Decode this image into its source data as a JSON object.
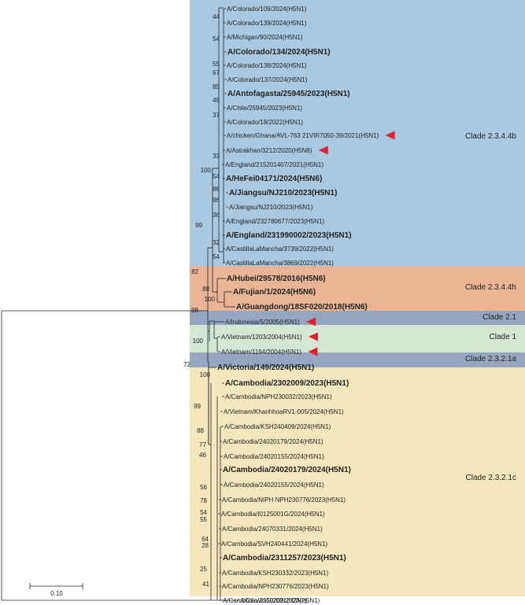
{
  "colors": {
    "clade_2_3_4_4b": "#a9c8e1",
    "clade_2_3_4_4h": "#eab597",
    "clade_2_1": "#95a7c0",
    "clade_1": "#d5e6d4",
    "clade_2_3_2_1a": "#95a7c0",
    "clade_2_3_2_1c": "#f6e6be",
    "marker": "#e02030",
    "branch": "#222222"
  },
  "clades": [
    {
      "name": "Clade 2.3.4.4b",
      "color_key": "clade_2_3_4_4b"
    },
    {
      "name": "Clade 2.3.4.4h",
      "color_key": "clade_2_3_4_4h"
    },
    {
      "name": "Clade 2.1",
      "color_key": "clade_2_1"
    },
    {
      "name": "Clade 1",
      "color_key": "clade_1"
    },
    {
      "name": "Clade 2.3.2.1a",
      "color_key": "clade_2_3_2_1a"
    },
    {
      "name": "Clade 2.3.2.1c",
      "color_key": "clade_2_3_2_1c"
    }
  ],
  "taxa": [
    {
      "label": "A/Colorado/109/2024(H5N1)",
      "bold": false,
      "marker": false
    },
    {
      "label": "A/Colorado/139/2024(H5N1)",
      "bold": false,
      "marker": false
    },
    {
      "label": "A/Michigan/90/2024(H5N1)",
      "bold": false,
      "marker": false
    },
    {
      "label": "A/Colorado/134/2024(H5N1)",
      "bold": true,
      "marker": false
    },
    {
      "label": "A/Colorado/138/2024(H5N1)",
      "bold": false,
      "marker": false
    },
    {
      "label": "A/Colorado/137/2024(H5N1)",
      "bold": false,
      "marker": false
    },
    {
      "label": "A/Antofagasta/25945/2023(H5N1)",
      "bold": true,
      "marker": false
    },
    {
      "label": "A/Chile/25945/2023(H5N1)",
      "bold": false,
      "marker": false
    },
    {
      "label": "A/Colorado/18/2022(H5N1)",
      "bold": false,
      "marker": false
    },
    {
      "label": "A/chicken/Ghana/AVL-763 21VIR7050-39/2021(H5N1)",
      "bold": false,
      "marker": true
    },
    {
      "label": "A/Astrakhan/3212/2020(H5N8)",
      "bold": false,
      "marker": true
    },
    {
      "label": "A/England/215201407/2021(H5N1)",
      "bold": false,
      "marker": false
    },
    {
      "label": "A/HeFei04171/2024(H5N6)",
      "bold": true,
      "marker": false
    },
    {
      "label": "A/Jiangsu/NJ210/2023(H5N1)",
      "bold": true,
      "marker": false
    },
    {
      "label": "A/Jiangsu/NJ210/2023(H5N1)",
      "bold": false,
      "marker": false
    },
    {
      "label": "A/England/232780677/2023(H5N1)",
      "bold": false,
      "marker": false
    },
    {
      "label": "A/England/231990002/2023(H5N1)",
      "bold": true,
      "marker": false
    },
    {
      "label": "A/CastillaLaMancha/3739/2022(H5N1)",
      "bold": false,
      "marker": false
    },
    {
      "label": "A/CastillaLaMancha/3869/2022(H5N1)",
      "bold": false,
      "marker": false
    },
    {
      "label": "A/Hubei/29578/2016(H5N6)",
      "bold": true,
      "marker": false
    },
    {
      "label": "A/Fujian/1/2024(H5N6)",
      "bold": true,
      "marker": false
    },
    {
      "label": "A/Guangdong/18SF020/2018(H5N6)",
      "bold": true,
      "marker": false
    },
    {
      "label": "A/Indonesia/5/2005(H5N1)",
      "bold": false,
      "marker": true
    },
    {
      "label": "A/Vietnam/1203/2004(H5N1)",
      "bold": false,
      "marker": true
    },
    {
      "label": "A/Vietnam/1194/2004(H5N1)",
      "bold": false,
      "marker": true
    },
    {
      "label": "A/Victoria/149/2024(H5N1)",
      "bold": true,
      "marker": false
    },
    {
      "label": "A/Cambodia/2302009/2023(H5N1)",
      "bold": true,
      "marker": false
    },
    {
      "label": "A/Cambodia/NPH230032/2023(H5N1)",
      "bold": false,
      "marker": false
    },
    {
      "label": "A/Vietnam/KhanhhoaRV1-005/2024(H5N1)",
      "bold": false,
      "marker": false
    },
    {
      "label": "A/Cambodia/KSH240409/2024(H5N1)",
      "bold": false,
      "marker": false
    },
    {
      "label": "A/Cambodia/24020179/2024(H5N1)",
      "bold": false,
      "marker": false
    },
    {
      "label": "A/Cambodia/24020155/2024(H5N1)",
      "bold": false,
      "marker": false
    },
    {
      "label": "A/Cambodia/24020179/2024(H5N1)",
      "bold": true,
      "marker": false
    },
    {
      "label": "A/Cambodia/24020155/2024(H5N1)",
      "bold": false,
      "marker": false
    },
    {
      "label": "A/Cambodia/NIPH NPH230776/2023(H5N1)",
      "bold": false,
      "marker": false
    },
    {
      "label": "A/Cambodia/I0125001G/2024(H5N1)",
      "bold": false,
      "marker": false
    },
    {
      "label": "A/Cambodia/24070331/2024(H5N1)",
      "bold": false,
      "marker": false
    },
    {
      "label": "A/Cambodia/SVH240441/2024(H5N1)",
      "bold": false,
      "marker": false
    },
    {
      "label": "A/Cambodia/2311257/2023(H5N1)",
      "bold": true,
      "marker": false
    },
    {
      "label": "A/Cambodia/KSH230332/2023(H5N1)",
      "bold": false,
      "marker": false
    },
    {
      "label": "A/Cambodia/NPH230776/2023(H5N1)",
      "bold": false,
      "marker": false
    },
    {
      "label": "A/Cambodia/2310209/2023(H5N1)",
      "bold": false,
      "marker": false
    },
    {
      "label": "A/Darwin/9/2021(H3N2)",
      "bold": false,
      "marker": false
    }
  ],
  "bootstrap_values": [
    "44",
    "54",
    "55",
    "67",
    "85",
    "49",
    "37",
    "33",
    "100",
    "54",
    "86",
    "96",
    "36",
    "99",
    "32",
    "54",
    "82",
    "88",
    "100",
    "98",
    "100",
    "72",
    "100",
    "99",
    "88",
    "77",
    "46",
    "56",
    "78",
    "54",
    "55",
    "64",
    "28",
    "25",
    "41"
  ],
  "scale_bar": {
    "label": "0.10"
  }
}
